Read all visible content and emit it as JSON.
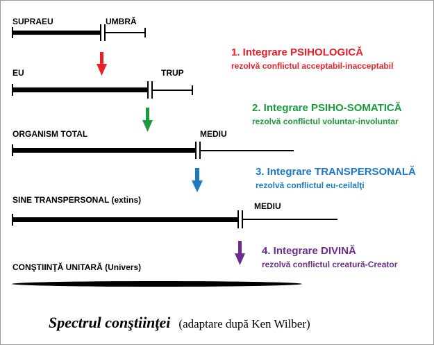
{
  "levels": {
    "l1": {
      "left": "SUPRAEU",
      "right": "UMBRĂ"
    },
    "l2": {
      "left": "EU",
      "right": "TRUP"
    },
    "l3": {
      "left": "ORGANISM TOTAL",
      "right": "MEDIU"
    },
    "l4": {
      "left": "SINE TRANSPERSONAL  (extins)",
      "right": "MEDIU"
    },
    "l5": {
      "left": "CONŞTIINŢĂ UNITARĂ     (Univers)"
    }
  },
  "stages": [
    {
      "title": "1. Integrare PSIHOLOGICĂ",
      "subtitle": "rezolvă conflictul acceptabil-inacceptabil",
      "color": "#e8202a"
    },
    {
      "title": "2. Integrare PSIHO-SOMATICĂ",
      "subtitle": "rezolvă conflictul voluntar-involuntar",
      "color": "#1a9a3c"
    },
    {
      "title": "3. Integrare TRANSPERSONALĂ",
      "subtitle": "rezolvă conflictul eu-ceilalţi",
      "color": "#1f78c2"
    },
    {
      "title": "4. Integrare DIVINĂ",
      "subtitle": "rezolvă conflictul creatură-Creator",
      "color": "#6a2d8c"
    }
  ],
  "caption": {
    "title": "Spectrul conştiinţei",
    "note": "(adaptare după Ken Wilber)"
  }
}
